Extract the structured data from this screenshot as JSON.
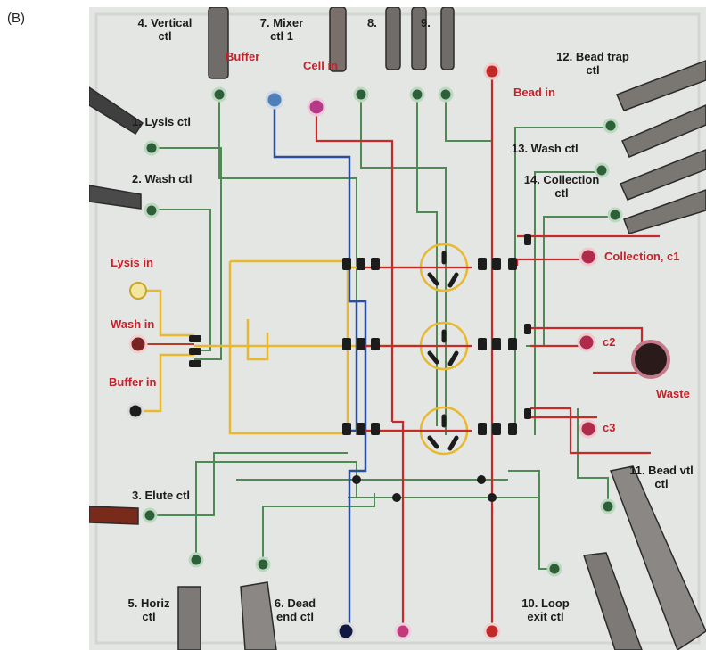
{
  "panel_letter": "(B)",
  "colors": {
    "chip_background": "#e4e6e3",
    "control_line": "#4f8a55",
    "sample_line": "#c62a2a",
    "buffer_line": "#2a4f9a",
    "reagent_line": "#e8b830",
    "valve": "#1c1c1c",
    "label_black": "#1b1b1b",
    "label_red": "#c8202a"
  },
  "labels": {
    "vertical_ctl": {
      "line1": "4. Vertical",
      "line2": "ctl"
    },
    "mixer_ctl": {
      "line1": "7. Mixer",
      "line2": "ctl 1"
    },
    "ctl8": "8.",
    "ctl9": "9.",
    "buffer": "Buffer",
    "cell_in": "Cell in",
    "bead_in": "Bead in",
    "bead_trap_ctl": {
      "line1": "12. Bead trap",
      "line2": "ctl"
    },
    "lysis_ctl": "1. Lysis ctl",
    "wash_ctl_left": "2. Wash ctl",
    "wash_ctl_right": "13. Wash ctl",
    "collection_ctl": {
      "line1": "14. Collection",
      "line2": "ctl"
    },
    "lysis_in": "Lysis in",
    "wash_in": "Wash in",
    "buffer_in": "Buffer in",
    "collection_c1": "Collection, c1",
    "c2": "c2",
    "c3": "c3",
    "waste": "Waste",
    "elute_ctl": "3. Elute ctl",
    "bead_vtl_ctl": {
      "line1": "11. Bead vtl",
      "line2": "ctl"
    },
    "horiz_ctl": {
      "line1": "5. Horiz",
      "line2": "ctl"
    },
    "dead_end_ctl": {
      "line1": "6. Dead",
      "line2": "end ctl"
    },
    "loop_exit_ctl": {
      "line1": "10. Loop",
      "line2": "exit ctl"
    }
  }
}
